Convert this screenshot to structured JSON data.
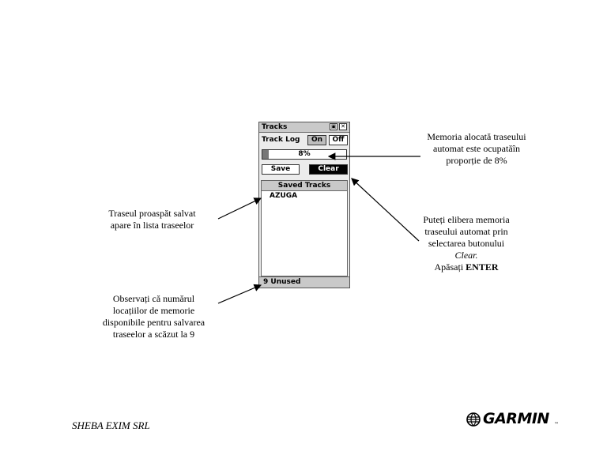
{
  "device": {
    "title": "Tracks",
    "title_buttons": [
      "▣",
      "✕"
    ],
    "track_log_label": "Track Log",
    "on_label": "On",
    "off_label": "Off",
    "selected_mode": "On",
    "memory_used_percent": 8,
    "memory_used_label": "8%",
    "save_label": "Save",
    "clear_label": "Clear",
    "saved_tracks_header": "Saved Tracks",
    "saved_tracks": [
      "AZUGA"
    ],
    "status_text": "9 Unused"
  },
  "annotations": {
    "memory": [
      "Memoria alocată traseului",
      "automat este ocupatăîn",
      "proporție de 8%"
    ],
    "clear": [
      "Puteți elibera memoria",
      "traseului automat prin",
      "selectarea butonului",
      "Clear.",
      "Apăsați"
    ],
    "clear_enter": "ENTER",
    "saved": [
      "Traseul proaspăt salvat",
      "apare în lista traseelor"
    ],
    "unused": [
      "Observați că numărul",
      "locațiilor de memorie",
      "disponibile pentru salvarea",
      "traseelor a scăzut la 9"
    ]
  },
  "footer": {
    "company": "SHEBA EXIM SRL",
    "logo_text": "GARMIN",
    "logo_tm": "™"
  }
}
